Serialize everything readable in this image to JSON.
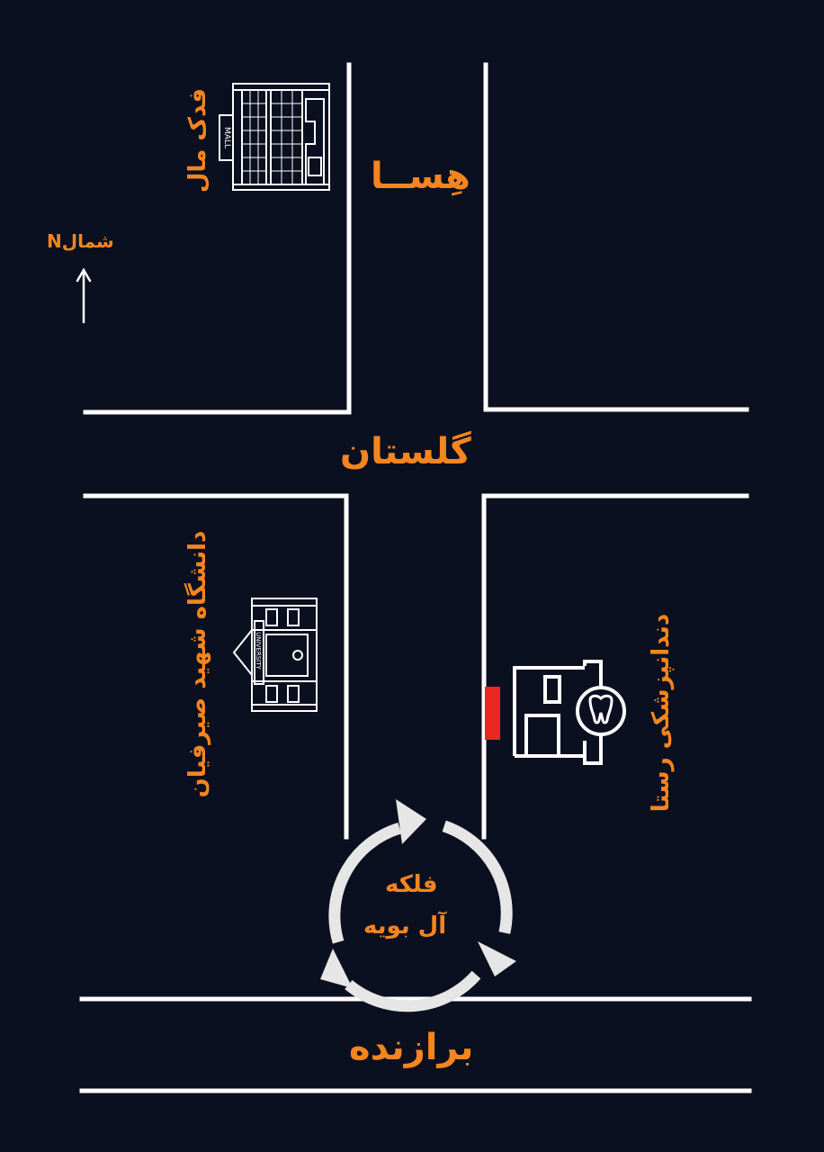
{
  "streets": {
    "hesa": "هِســا",
    "golestan": "گلستان",
    "barazandeh": "برازنده"
  },
  "places": {
    "fadak_mall": "فدک مال",
    "university": "دانشگاه شهید صیرفیان",
    "dental_clinic": "دندانپزشکی رستا"
  },
  "roundabout": {
    "line1": "فلکه",
    "line2": "آل بویه"
  },
  "compass": {
    "label": "شمالN"
  },
  "icons": {
    "mall_sign": "MALL",
    "university_sign": "UNIVERSITY"
  },
  "colors": {
    "background": "#0b1020",
    "road_lines": "#ffffff",
    "labels": "#f5851f",
    "marker": "#e8281e",
    "roundabout": "#e6e6e6"
  }
}
